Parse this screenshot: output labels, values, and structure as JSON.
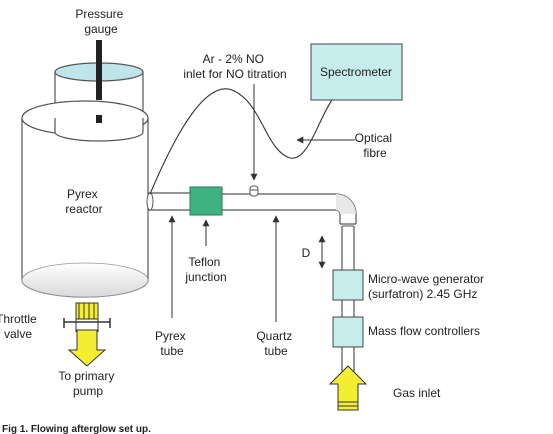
{
  "labels": {
    "pressure_gauge": [
      "Pressure",
      "gauge"
    ],
    "ar_inlet": [
      "Ar - 2% NO",
      "inlet for NO titration"
    ],
    "spectrometer": "Spectrometer",
    "optical_fibre": [
      "Optical",
      "fibre"
    ],
    "pyrex_reactor": [
      "Pyrex",
      "reactor"
    ],
    "teflon_junction": [
      "Teflon",
      "junction"
    ],
    "distance_d": "D",
    "microwave_generator": [
      "Micro-wave generator",
      "(surfatron) 2.45 GHz"
    ],
    "mass_flow": "Mass flow controllers",
    "throttle_valve": [
      "Throttle",
      "valve"
    ],
    "pyrex_tube": [
      "Pyrex",
      "tube"
    ],
    "quartz_tube": [
      "Quartz",
      "tube"
    ],
    "primary_pump": [
      "To primary",
      "pump"
    ],
    "gas_inlet": "Gas inlet"
  },
  "caption": "Fig 1. Flowing afterglow set up.",
  "colors": {
    "stroke": "#444444",
    "spectrometer_fill": "#c6ecec",
    "teflon_fill": "#3fb37f",
    "liquid_fill": "#bfe5ea",
    "generator_fill": "#c6ecec",
    "arrow_fill": "#f4ee33"
  }
}
